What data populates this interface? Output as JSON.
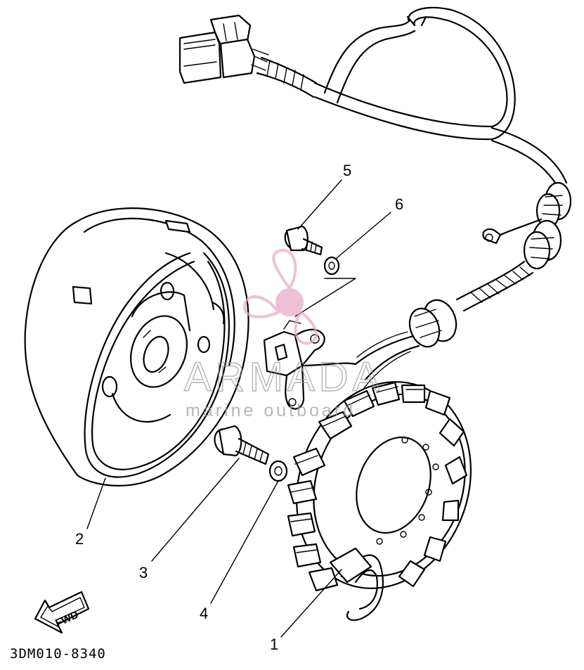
{
  "diagram": {
    "code": "3DM010-8340",
    "fwd_label": "FWD",
    "callouts": [
      {
        "id": "1",
        "text": "1"
      },
      {
        "id": "2",
        "text": "2"
      },
      {
        "id": "3",
        "text": "3"
      },
      {
        "id": "4",
        "text": "4"
      },
      {
        "id": "5",
        "text": "5"
      },
      {
        "id": "6",
        "text": "6"
      }
    ]
  },
  "watermark": {
    "title": "ARMADA",
    "subtitle": "marine outboard",
    "logo_color": "#e8a6c6"
  }
}
